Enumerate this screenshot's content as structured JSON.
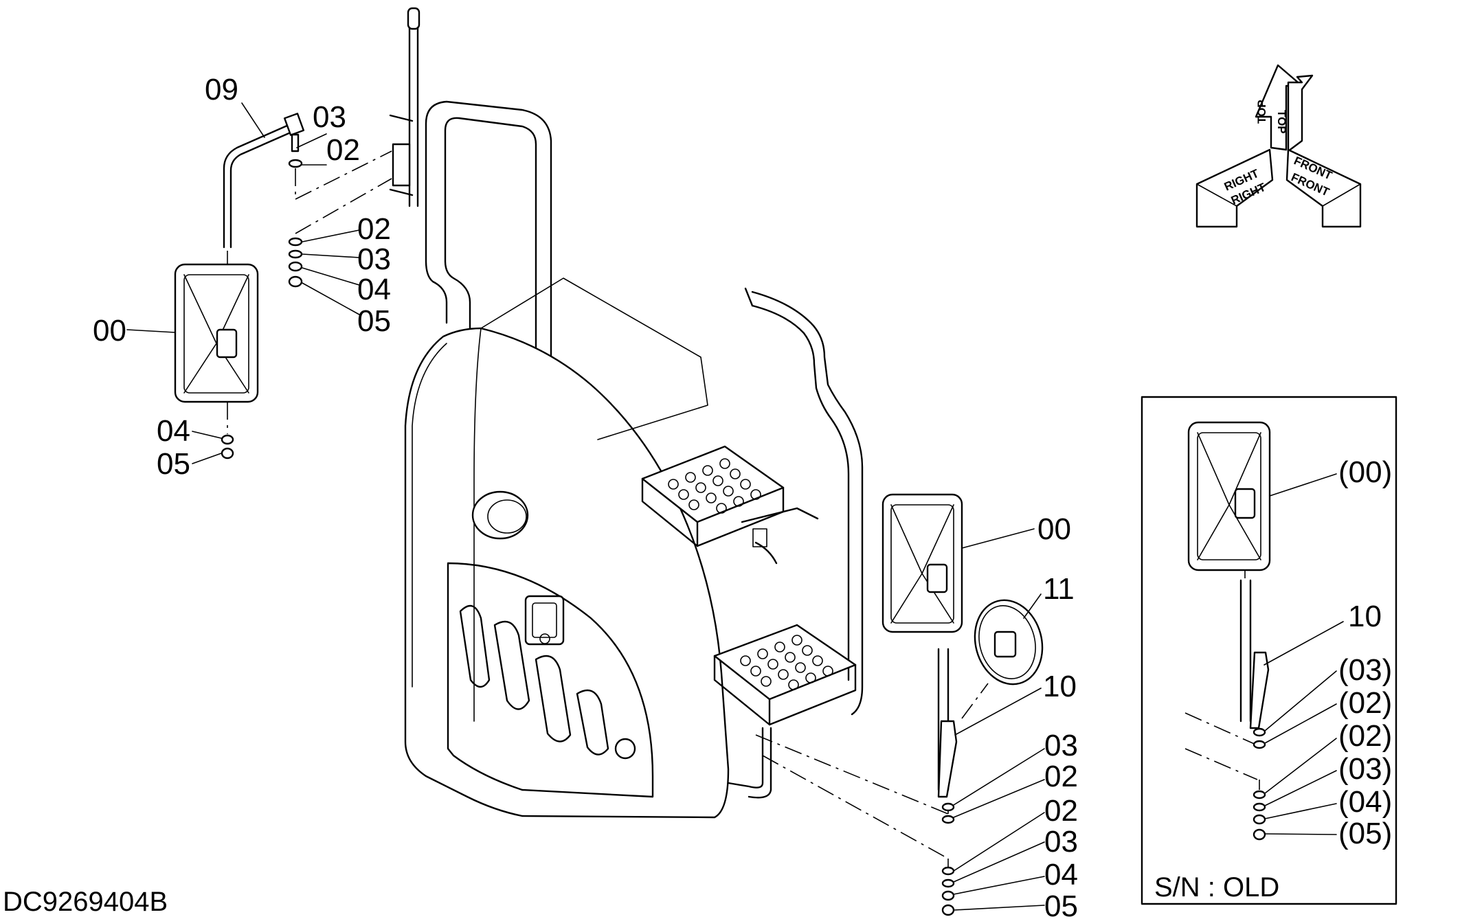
{
  "drawing_code": "DC9269404B",
  "inset": {
    "caption": "S/N : OLD"
  },
  "orientation": {
    "top": "TOP",
    "right": "RIGHT",
    "front": "FRONT"
  },
  "callouts": [
    {
      "id": "c-09",
      "text": "09"
    },
    {
      "id": "c-03a",
      "text": "03"
    },
    {
      "id": "c-02a",
      "text": "02"
    },
    {
      "id": "c-02b",
      "text": "02"
    },
    {
      "id": "c-03b",
      "text": "03"
    },
    {
      "id": "c-04a",
      "text": "04"
    },
    {
      "id": "c-05a",
      "text": "05"
    },
    {
      "id": "c-00a",
      "text": "00"
    },
    {
      "id": "c-04b",
      "text": "04"
    },
    {
      "id": "c-05b",
      "text": "05"
    },
    {
      "id": "c-00b",
      "text": "00"
    },
    {
      "id": "c-11",
      "text": "11"
    },
    {
      "id": "c-10a",
      "text": "10"
    },
    {
      "id": "c-03c",
      "text": "03"
    },
    {
      "id": "c-02c",
      "text": "02"
    },
    {
      "id": "c-02d",
      "text": "02"
    },
    {
      "id": "c-03d",
      "text": "03"
    },
    {
      "id": "c-04c",
      "text": "04"
    },
    {
      "id": "c-05c",
      "text": "05"
    },
    {
      "id": "c-00c",
      "text": "(00)"
    },
    {
      "id": "c-10b",
      "text": "10"
    },
    {
      "id": "c-03e",
      "text": "(03)"
    },
    {
      "id": "c-02e",
      "text": "(02)"
    },
    {
      "id": "c-02f",
      "text": "(02)"
    },
    {
      "id": "c-03f",
      "text": "(03)"
    },
    {
      "id": "c-04d",
      "text": "(04)"
    },
    {
      "id": "c-05d",
      "text": "(05)"
    }
  ]
}
